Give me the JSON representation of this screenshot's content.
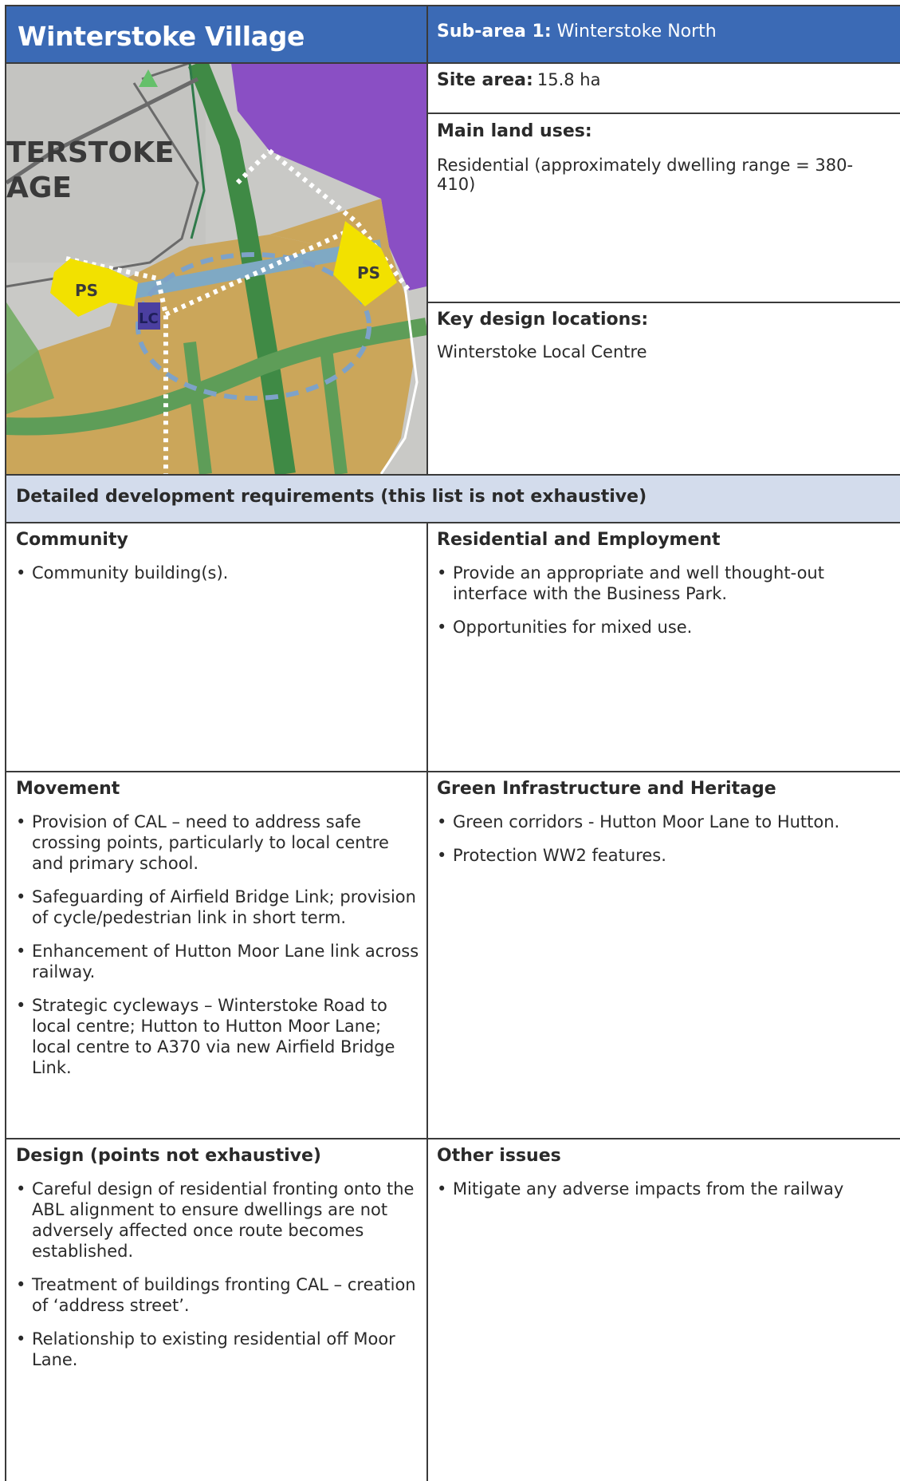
{
  "header": {
    "title": "Winterstoke Village",
    "subarea_label": "Sub-area 1:",
    "subarea_value": "Winterstoke North"
  },
  "site": {
    "site_area_label": "Site area:",
    "site_area_value": "15.8 ha",
    "main_land_uses_label": "Main land uses:",
    "main_land_uses_value": "Residential (approximately dwelling range = 380-410)",
    "key_design_label": "Key design locations:",
    "key_design_value": "Winterstoke Local Centre"
  },
  "map": {
    "village_line1": "TERSTOKE",
    "village_line2": "AGE",
    "ps1": "PS",
    "ps2": "PS",
    "lc": "LC"
  },
  "requirements": {
    "heading": "Detailed development requirements (this list is not exhaustive)",
    "community": {
      "title": "Community",
      "items": [
        "Community building(s)."
      ]
    },
    "residential": {
      "title": "Residential and Employment",
      "items": [
        "Provide an appropriate and well thought-out interface with the Business Park.",
        "Opportunities for mixed use."
      ]
    },
    "movement": {
      "title": "Movement",
      "items": [
        "Provision of CAL – need to address safe crossing points, particularly to local centre and primary school.",
        "Safeguarding of Airfield Bridge Link; provision of cycle/pedestrian link in short term.",
        "Enhancement of Hutton Moor Lane link across railway.",
        "Strategic cycleways – Winterstoke Road to local centre; Hutton to Hutton Moor Lane; local centre to A370 via new Airfield Bridge Link."
      ]
    },
    "green": {
      "title": "Green Infrastructure and Heritage",
      "items": [
        "Green corridors - Hutton Moor Lane to Hutton.",
        "Protection WW2 features."
      ]
    },
    "design": {
      "title": "Design (points not exhaustive)",
      "items": [
        "Careful design of residential fronting onto the ABL alignment to ensure dwellings are not adversely affected once route becomes established.",
        "Treatment of buildings fronting CAL – creation of ‘address street’.",
        "Relationship to existing residential off Moor Lane."
      ]
    },
    "other": {
      "title": "Other issues",
      "items": [
        "Mitigate any adverse impacts from the railway"
      ]
    }
  }
}
